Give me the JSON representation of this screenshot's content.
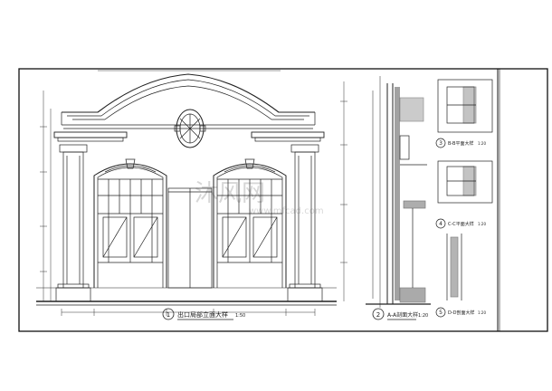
{
  "drawing": {
    "elevation_title": "出口局部立面大样",
    "elevation_scale": "1:50",
    "elevation_no": "1",
    "section_title": "A-A剖面大样",
    "section_scale": "1:20",
    "section_no": "2",
    "plan3_title": "B-B平面大样",
    "plan3_scale": "1:20",
    "plan3_no": "3",
    "plan4_title": "C-C平面大样",
    "plan4_scale": "1:20",
    "plan4_no": "4",
    "detail5_title": "D-D剖面大样",
    "detail5_scale": "1:20",
    "detail5_no": "5"
  },
  "watermark": {
    "text": "沐风网",
    "site": "www.mfcad.com"
  }
}
